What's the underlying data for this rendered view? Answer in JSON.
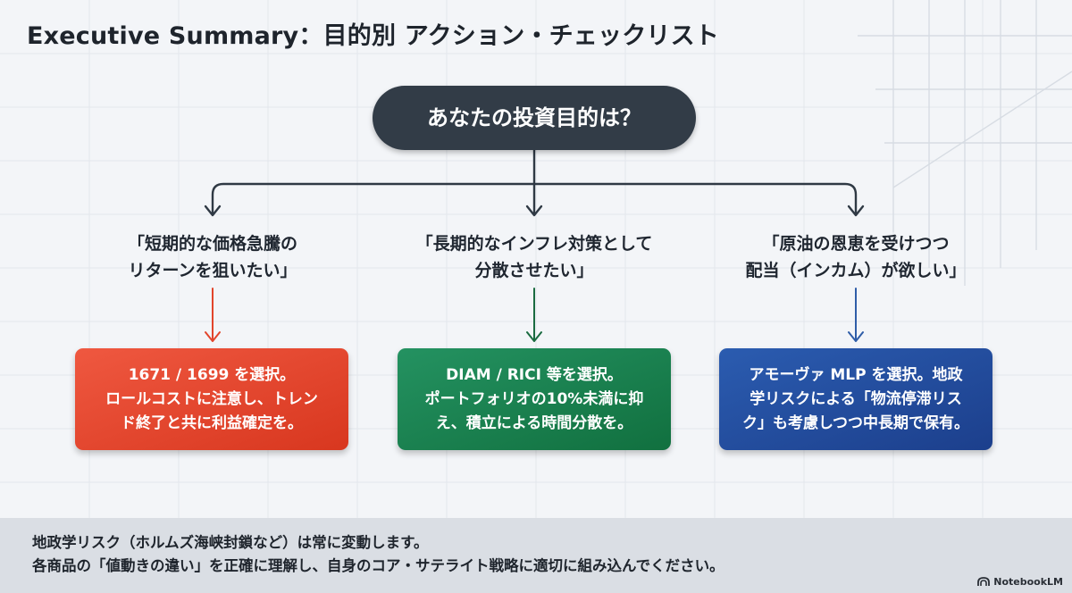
{
  "title": "Executive Summary：目的別 アクション・チェックリスト",
  "root": {
    "label": "あなたの投資目的は？"
  },
  "branches": [
    {
      "question_line1": "「短期的な価格急騰の",
      "question_line2": "リターンを狙いたい」",
      "action_line1": "1671 / 1699 を選択。",
      "action_line2": "ロールコストに注意し、トレン",
      "action_line3": "ド終了と共に利益確定を。",
      "color": "#e2452c"
    },
    {
      "question_line1": "「長期的なインフレ対策として",
      "question_line2": "分散させたい」",
      "action_line1": "DIAM / RICI 等を選択。",
      "action_line2": "ポートフォリオの10%未満に抑",
      "action_line3": "え、積立による時間分散を。",
      "color": "#1a8050"
    },
    {
      "question_line1": "「原油の恩恵を受けつつ",
      "question_line2": "配当（インカム）が欲しい」",
      "action_line1": "アモーヴァ MLP を選択。地政",
      "action_line2": "学リスクによる「物流停滞リス",
      "action_line3": "ク」も考慮しつつ中長期で保有。",
      "color": "#244e9f"
    }
  ],
  "footer": {
    "line1": "地政学リスク（ホルムズ海峡封鎖など）は常に変動します。",
    "line2": "各商品の「値動きの違い」を正確に理解し、自身のコア・サテライト戦略に適切に組み込んでください。"
  },
  "brand": {
    "label": "NotebookLM"
  }
}
